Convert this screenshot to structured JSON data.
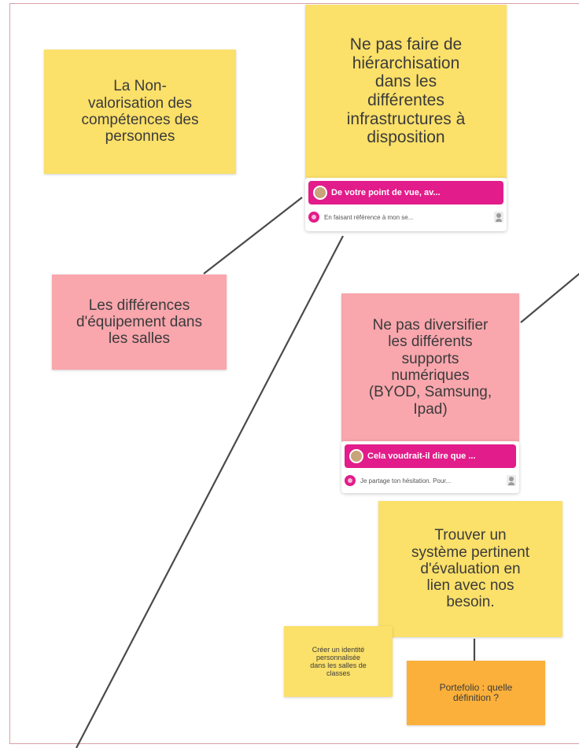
{
  "notes": {
    "non_valorisation": "La Non-\nvalorisation des\ncompétences des\npersonnes",
    "hierarchisation": "Ne pas faire de\nhiérarchisation\ndans les\ndifférentes\ninfrastructures à\ndisposition",
    "differences_equipement": "Les différences\nd'équipement dans\nles salles",
    "diversifier_supports": "Ne pas diversifier\nles différents\nsupports\nnumériques\n(BYOD, Samsung,\nIpad)",
    "evaluation": "Trouver un\nsystème pertinent\nd'évaluation en\nlien avec nos\nbesoin.",
    "identite": "Créer un identité\npersonnalisée\ndans les salles de\nclasses",
    "portefolio": "Portefolio : quelle\ndéfinition ?"
  },
  "comments": {
    "hierarchisation": {
      "title": "De votre point de vue, av...",
      "reply": "En faisant référence à mon se..."
    },
    "diversifier": {
      "title": "Cela voudrait-il dire que ...",
      "reply": "Je partage ton hésitation. Pour..."
    }
  },
  "colors": {
    "yellow_note": "#fbe069",
    "pink_note": "#f9a6ad",
    "orange_note": "#fbb03b",
    "comment_accent": "#e21c8a",
    "frame_border": "#d9a0a8"
  }
}
